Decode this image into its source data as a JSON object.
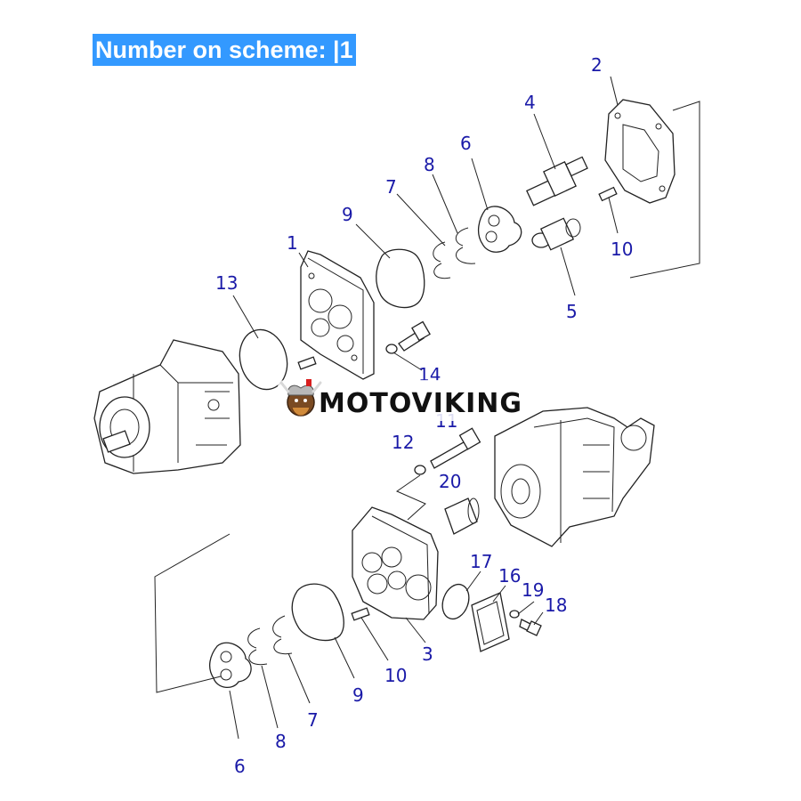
{
  "header": {
    "title": "Number on scheme: |1"
  },
  "watermark": {
    "text": "MOTOVIKING"
  },
  "callouts": {
    "c1": "1",
    "c2": "2",
    "c3": "3",
    "c4": "4",
    "c5": "5",
    "c6a": "6",
    "c6b": "6",
    "c7a": "7",
    "c7b": "7",
    "c8a": "8",
    "c8b": "8",
    "c9a": "9",
    "c9b": "9",
    "c10a": "10",
    "c10b": "10",
    "c11": "11",
    "c12": "12",
    "c13": "13",
    "c14": "14",
    "c16": "16",
    "c17": "17",
    "c18": "18",
    "c19": "19",
    "c20": "20"
  },
  "colors": {
    "title_bg": "#3399ff",
    "title_text": "#ffffff",
    "callout": "#1a1aa8"
  }
}
